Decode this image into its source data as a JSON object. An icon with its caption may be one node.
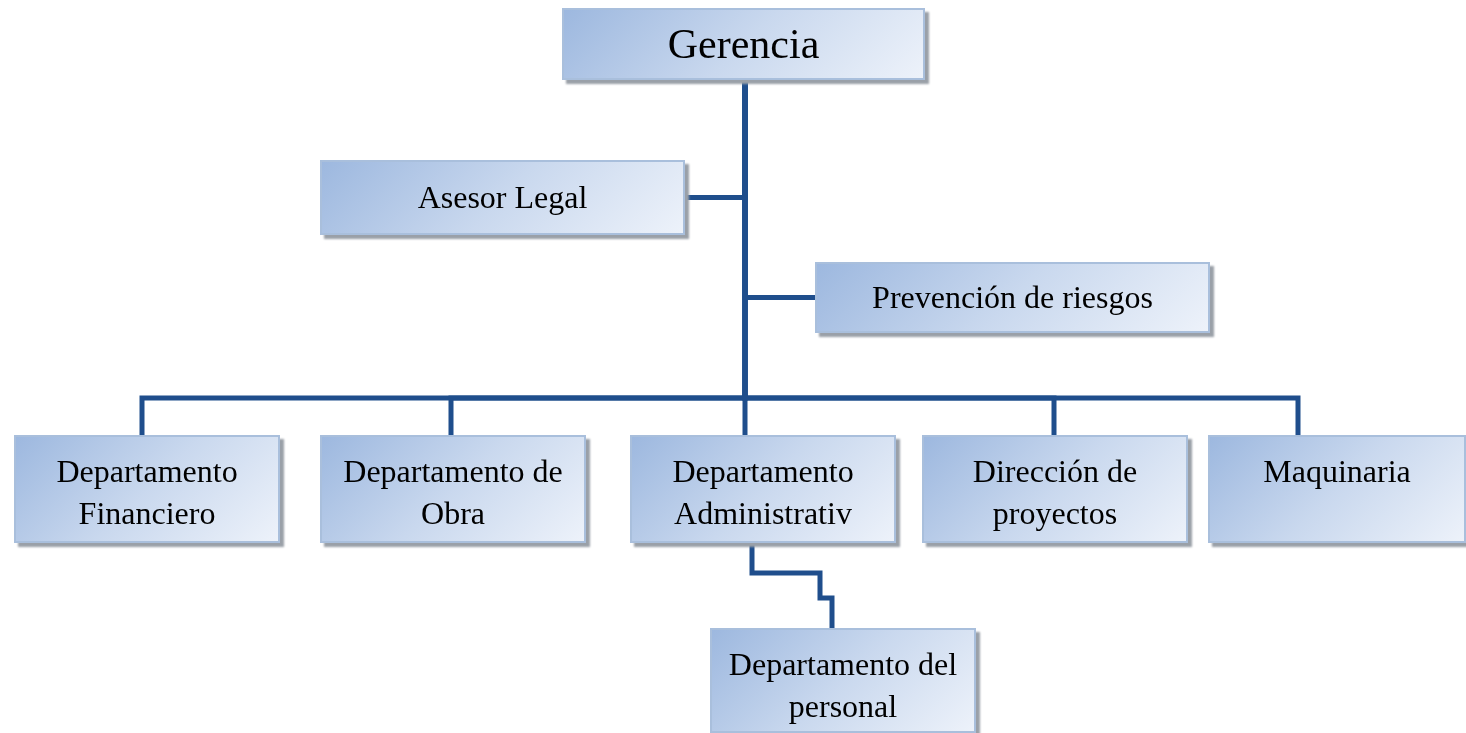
{
  "diagram": {
    "nodes": [
      {
        "text": [
          "Gerencia"
        ]
      },
      {
        "text": [
          "Asesor Legal"
        ]
      },
      {
        "text": [
          "Prevención de riesgos"
        ]
      },
      {
        "text": [
          "Departamento Financiero"
        ]
      },
      {
        "text": [
          "Departamento de Obra"
        ]
      },
      {
        "text": [
          "Departamento Administrativ"
        ]
      },
      {
        "text": [
          "Dirección de proyectos"
        ]
      },
      {
        "text": [
          "Maquinaria"
        ]
      },
      {
        "text": [
          "Departamento del personal"
        ]
      }
    ],
    "edges": [
      {
        "from": 0,
        "to": 1,
        "arrow": "none"
      },
      {
        "from": 0,
        "to": 2,
        "arrow": "none"
      },
      {
        "from": 0,
        "to": 3,
        "arrow": "none"
      },
      {
        "from": 0,
        "to": 4,
        "arrow": "none"
      },
      {
        "from": 0,
        "to": 5,
        "arrow": "none"
      },
      {
        "from": 0,
        "to": 6,
        "arrow": "none"
      },
      {
        "from": 0,
        "to": 7,
        "arrow": "none"
      },
      {
        "from": 5,
        "to": 8,
        "arrow": "none"
      }
    ]
  }
}
